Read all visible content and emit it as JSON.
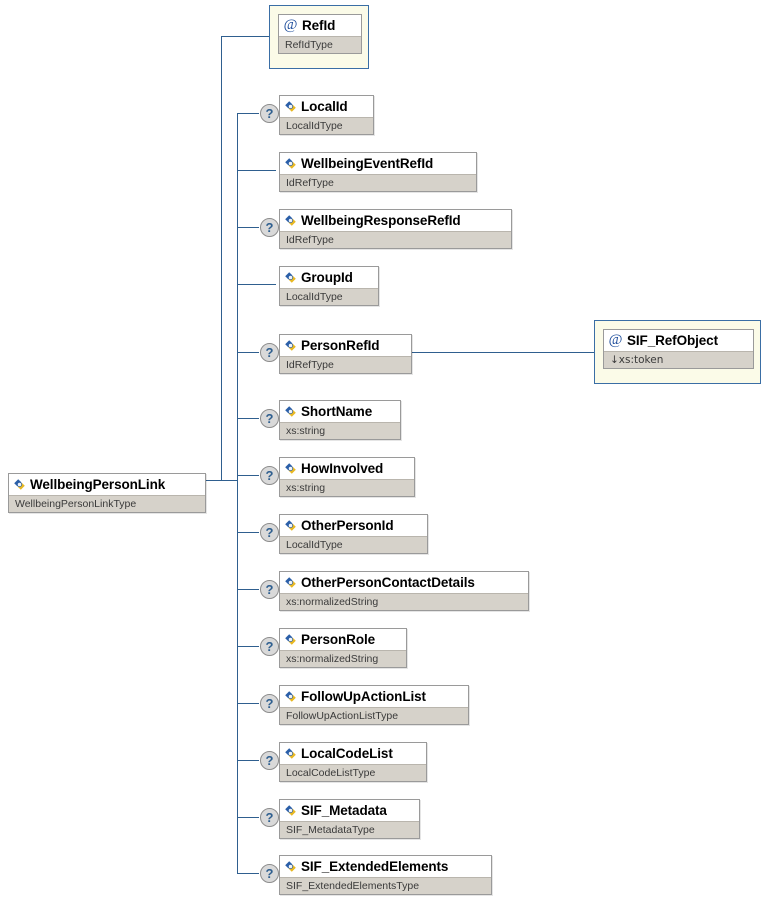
{
  "diagram": {
    "kind": "xsd-schema-tree",
    "background_color": "#ffffff",
    "connector_color": "#2f5f8f",
    "node_header_color": "#ffffff",
    "node_type_band_color": "#d6d2ca",
    "attribute_frame_fill": "#fbfbe8",
    "attribute_frame_border": "#3a6ea5",
    "optional_marker_label": "?"
  },
  "root": {
    "name": "WellbeingPersonLink",
    "type": "WellbeingPersonLinkType",
    "icon": "element-icon",
    "optional": false
  },
  "attributes": [
    {
      "name": "RefId",
      "type": "RefIdType",
      "icon": "attribute-icon",
      "icon_glyph": "@",
      "optional": false
    }
  ],
  "children": [
    {
      "name": "LocalId",
      "type": "LocalIdType",
      "icon": "element-icon",
      "optional": true
    },
    {
      "name": "WellbeingEventRefId",
      "type": "IdRefType",
      "icon": "element-icon",
      "optional": false
    },
    {
      "name": "WellbeingResponseRefId",
      "type": "IdRefType",
      "icon": "element-icon",
      "optional": true
    },
    {
      "name": "GroupId",
      "type": "LocalIdType",
      "icon": "element-icon",
      "optional": false
    },
    {
      "name": "PersonRefId",
      "type": "IdRefType",
      "icon": "element-icon",
      "optional": true
    },
    {
      "name": "ShortName",
      "type": "xs:string",
      "icon": "element-icon",
      "optional": true
    },
    {
      "name": "HowInvolved",
      "type": "xs:string",
      "icon": "element-icon",
      "optional": true
    },
    {
      "name": "OtherPersonId",
      "type": "LocalIdType",
      "icon": "element-icon",
      "optional": true
    },
    {
      "name": "OtherPersonContactDetails",
      "type": "xs:normalizedString",
      "icon": "element-icon",
      "optional": true
    },
    {
      "name": "PersonRole",
      "type": "xs:normalizedString",
      "icon": "element-icon",
      "optional": true
    },
    {
      "name": "FollowUpActionList",
      "type": "FollowUpActionListType",
      "icon": "element-icon",
      "optional": true
    },
    {
      "name": "LocalCodeList",
      "type": "LocalCodeListType",
      "icon": "element-icon",
      "optional": true
    },
    {
      "name": "SIF_Metadata",
      "type": "SIF_MetadataType",
      "icon": "element-icon",
      "optional": true
    },
    {
      "name": "SIF_ExtendedElements",
      "type": "SIF_ExtendedElementsType",
      "icon": "element-icon",
      "optional": true
    }
  ],
  "sub_attributes": [
    {
      "parent": "PersonRefId",
      "name": "SIF_RefObject",
      "type": "↓xs:token",
      "icon": "attribute-icon",
      "icon_glyph": "@",
      "optional": false
    }
  ]
}
